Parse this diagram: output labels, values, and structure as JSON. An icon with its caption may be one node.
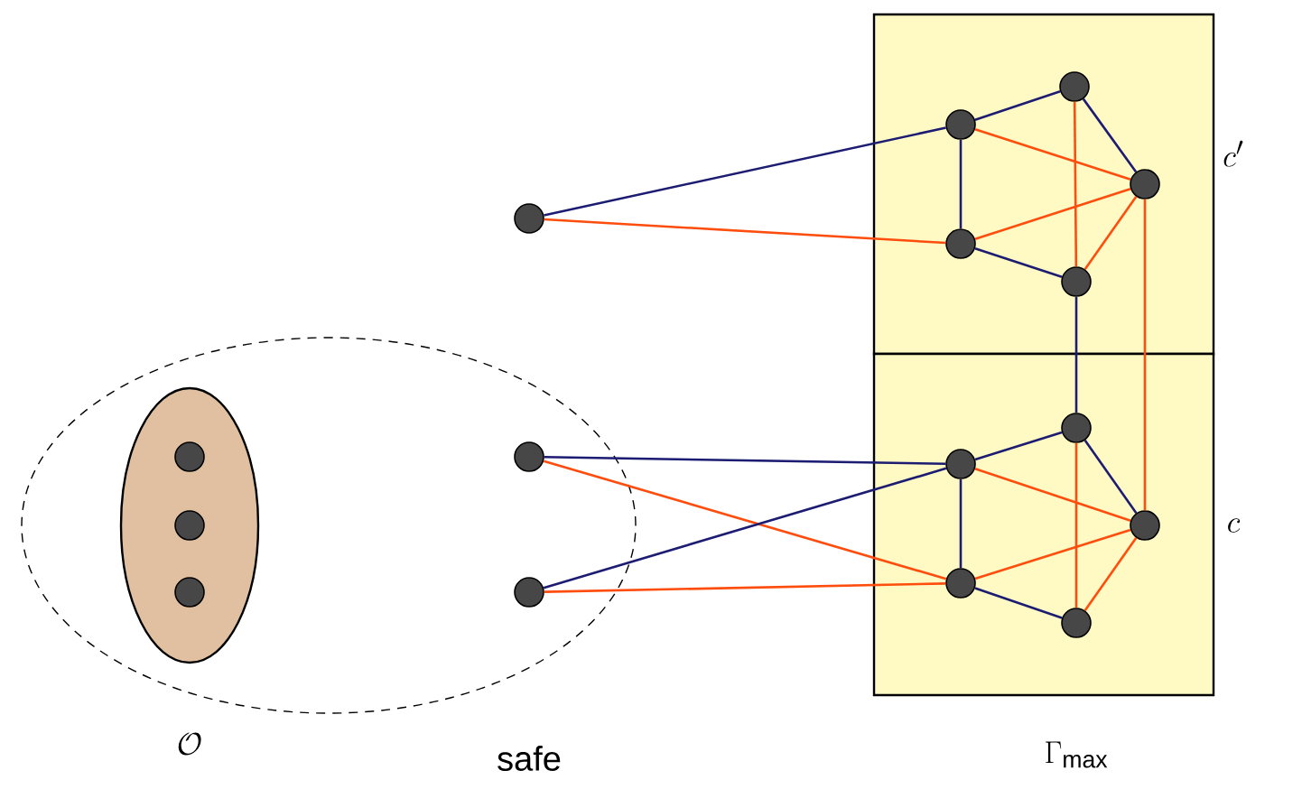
{
  "diagram": {
    "nodes": [
      {
        "text": [],
        "shape": "ellipse"
      },
      {
        "text": [],
        "shape": "ellipse",
        "in": 0,
        "beside": [
          "\\mathcal{O}"
        ]
      },
      {
        "text": [],
        "shape": "circle",
        "in": 1
      },
      {
        "text": [],
        "shape": "circle",
        "in": 1
      },
      {
        "text": [],
        "shape": "circle",
        "in": 1
      },
      {
        "text": [],
        "shape": "circle"
      },
      {
        "text": [],
        "shape": "circle",
        "in": 0
      },
      {
        "text": [],
        "shape": "circle",
        "in": 0
      },
      {
        "text": [],
        "shape": "box",
        "beside": [
          "c'"
        ]
      },
      {
        "text": [],
        "shape": "circle",
        "in": 8
      },
      {
        "text": [],
        "shape": "circle",
        "in": 8
      },
      {
        "text": [],
        "shape": "circle",
        "in": 8
      },
      {
        "text": [],
        "shape": "circle",
        "in": 8
      },
      {
        "text": [],
        "shape": "circle",
        "in": 8
      },
      {
        "text": [],
        "shape": "box",
        "beside": [
          "c"
        ]
      },
      {
        "text": [],
        "shape": "circle",
        "in": 14
      },
      {
        "text": [],
        "shape": "circle",
        "in": 14
      },
      {
        "text": [],
        "shape": "circle",
        "in": 14
      },
      {
        "text": [],
        "shape": "circle",
        "in": 14
      },
      {
        "text": [],
        "shape": "circle",
        "in": 14
      }
    ],
    "edges": [
      {
        "from": 9,
        "to": 10,
        "arrow": "none",
        "color": "#1c1c72"
      },
      {
        "from": 10,
        "to": 11,
        "arrow": "none",
        "color": "#1c1c72"
      },
      {
        "from": 9,
        "to": 12,
        "arrow": "none",
        "color": "#1c1c72"
      },
      {
        "from": 12,
        "to": 13,
        "arrow": "none",
        "color": "#1c1c72"
      },
      {
        "from": 9,
        "to": 11,
        "arrow": "none",
        "color": "#ff4d0d"
      },
      {
        "from": 12,
        "to": 11,
        "arrow": "none",
        "color": "#ff4d0d"
      },
      {
        "from": 10,
        "to": 13,
        "arrow": "none",
        "color": "#ff4d0d"
      },
      {
        "from": 11,
        "to": 13,
        "arrow": "none",
        "color": "#ff4d0d"
      },
      {
        "from": 5,
        "to": 9,
        "arrow": "none",
        "color": "#1c1c72"
      },
      {
        "from": 5,
        "to": 12,
        "arrow": "none",
        "color": "#ff4d0d"
      },
      {
        "from": 13,
        "to": 16,
        "arrow": "none",
        "color": "#1c1c72"
      },
      {
        "from": 11,
        "to": 17,
        "arrow": "none",
        "color": "#ff4d0d"
      },
      {
        "from": 15,
        "to": 16,
        "arrow": "none",
        "color": "#1c1c72"
      },
      {
        "from": 16,
        "to": 17,
        "arrow": "none",
        "color": "#1c1c72"
      },
      {
        "from": 15,
        "to": 18,
        "arrow": "none",
        "color": "#1c1c72"
      },
      {
        "from": 18,
        "to": 19,
        "arrow": "none",
        "color": "#1c1c72"
      },
      {
        "from": 15,
        "to": 17,
        "arrow": "none",
        "color": "#ff4d0d"
      },
      {
        "from": 18,
        "to": 17,
        "arrow": "none",
        "color": "#ff4d0d"
      },
      {
        "from": 16,
        "to": 19,
        "arrow": "none",
        "color": "#ff4d0d"
      },
      {
        "from": 17,
        "to": 19,
        "arrow": "none",
        "color": "#ff4d0d"
      },
      {
        "from": 6,
        "to": 15,
        "arrow": "none",
        "color": "#1c1c72"
      },
      {
        "from": 6,
        "to": 18,
        "arrow": "none",
        "color": "#ff4d0d"
      },
      {
        "from": 7,
        "to": 15,
        "arrow": "none",
        "color": "#1c1c72"
      },
      {
        "from": 7,
        "to": 18,
        "arrow": "none",
        "color": "#ff4d0d"
      }
    ],
    "labels": [
      "safe",
      "\\Gamma_{\\mathrm{max}}"
    ]
  }
}
